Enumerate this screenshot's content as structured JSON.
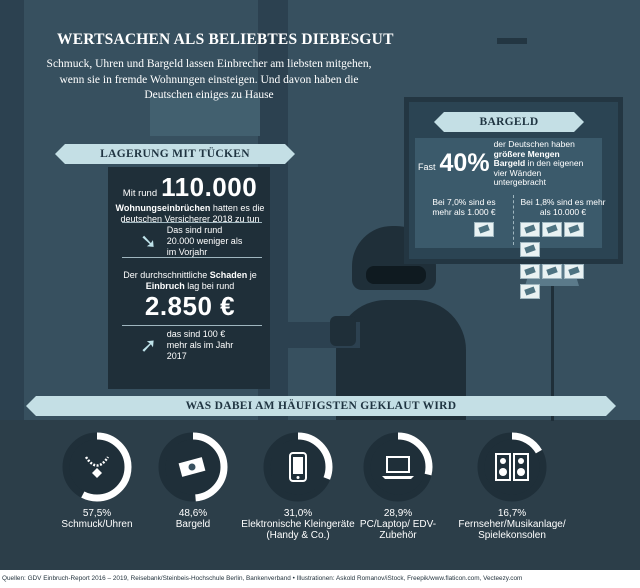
{
  "title": "WERTSACHEN ALS BELIEBTES DIEBESGUT",
  "subtitle": "Schmuck, Uhren und Bargeld lassen Einbrecher am liebsten mitgehen, wenn sie in fremde Wohnungen einsteigen. Und davon haben die Deutschen einiges zu Hause",
  "lagerung": {
    "banner": "LAGERUNG MIT TÜCKEN",
    "prefix": "Mit rund",
    "big1": "110.000",
    "text1_bold": "Wohnungseinbrüchen",
    "text1_rest": " hatten es die deutschen Versicherer 2018 zu tun",
    "change1": "Das sind rund 20.000 weniger als im Vorjahr",
    "text2_pre": "Der durchschnittliche ",
    "text2_bold": "Schaden",
    "text2_mid": " je ",
    "text2_bold2": "Einbruch",
    "text2_post": " lag bei rund",
    "big2": "2.850 €",
    "change2": "das sind 100 € mehr als im Jahr 2017"
  },
  "bargeld": {
    "banner": "BARGELD",
    "fast": "Fast",
    "pct": "40%",
    "text_pre": "der Deutschen haben ",
    "text_bold": "größere Mengen Bargeld",
    "text_post": " in den eigenen vier Wänden untergebracht",
    "left": "Bei 7,0% sind es mehr als 1.000 €",
    "right": "Bei 1,8% sind es mehr als 10.000 €"
  },
  "stolen": {
    "banner": "WAS DABEI AM HÄUFIGSTEN GEKLAUT WIRD",
    "items": [
      {
        "pct": "57,5%",
        "label": "Schmuck/Uhren",
        "icon": "necklace-icon",
        "value": 57.5
      },
      {
        "pct": "48,6%",
        "label": "Bargeld",
        "icon": "money-icon",
        "value": 48.6
      },
      {
        "pct": "31,0%",
        "label": "Elektronische Kleingeräte (Handy & Co.)",
        "icon": "smartphone-icon",
        "value": 31.0
      },
      {
        "pct": "28,9%",
        "label": "PC/Laptop/ EDV-Zubehör",
        "icon": "laptop-icon",
        "value": 28.9
      },
      {
        "pct": "16,7%",
        "label": "Fernseher/Musikanlage/ Spielekonsolen",
        "icon": "speaker-icon",
        "value": 16.7
      }
    ]
  },
  "footer": "Quellen: GDV Einbruch-Report 2016 – 2019, Reisebank/Steinbeis-Hochschule Berlin, Bankenverband • Illustrationen: Askold Romanov/iStock, Freepik/www.flaticon.com, Vecteezy.com",
  "colors": {
    "background": "#37505f",
    "banner": "#c4dfe5",
    "ring": "#ffffff",
    "ring_track": "#1f2f39"
  }
}
